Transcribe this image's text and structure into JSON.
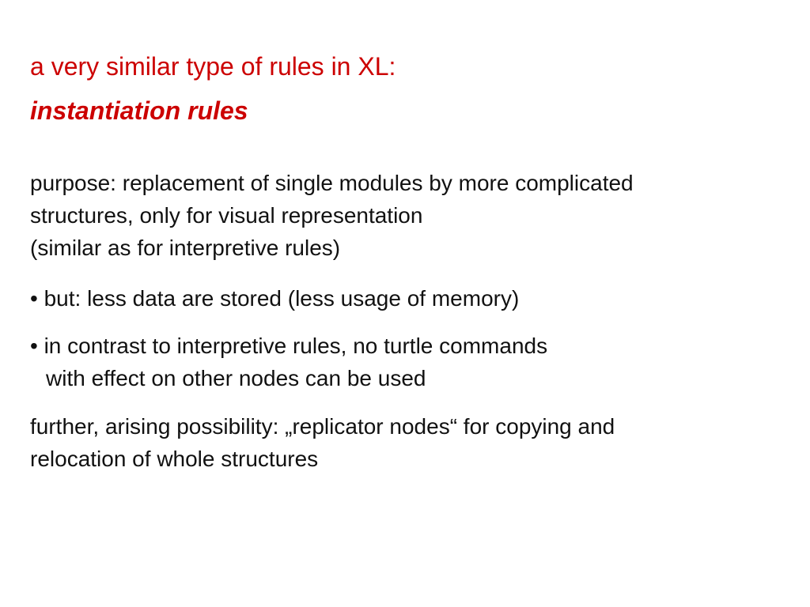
{
  "slide": {
    "title": {
      "line1": "a very similar type of rules in XL:",
      "line2": "instantiation rules"
    },
    "purpose": {
      "lines": [
        "purpose: replacement of single modules by more complicated",
        "structures, only for visual representation",
        "(similar as for interpretive rules)"
      ]
    },
    "bullets": [
      {
        "lines": [
          "• but: less data are stored (less usage of memory)"
        ]
      },
      {
        "lines": [
          "• in contrast to interpretive rules, no turtle commands",
          "with effect on other nodes can be used"
        ]
      }
    ],
    "further": {
      "lines": [
        "further, arising possibility: „replicator nodes“ for copying and",
        "relocation of whole structures"
      ]
    },
    "colors": {
      "title": "#cc0000",
      "body": "#111111",
      "background": "#ffffff"
    }
  }
}
